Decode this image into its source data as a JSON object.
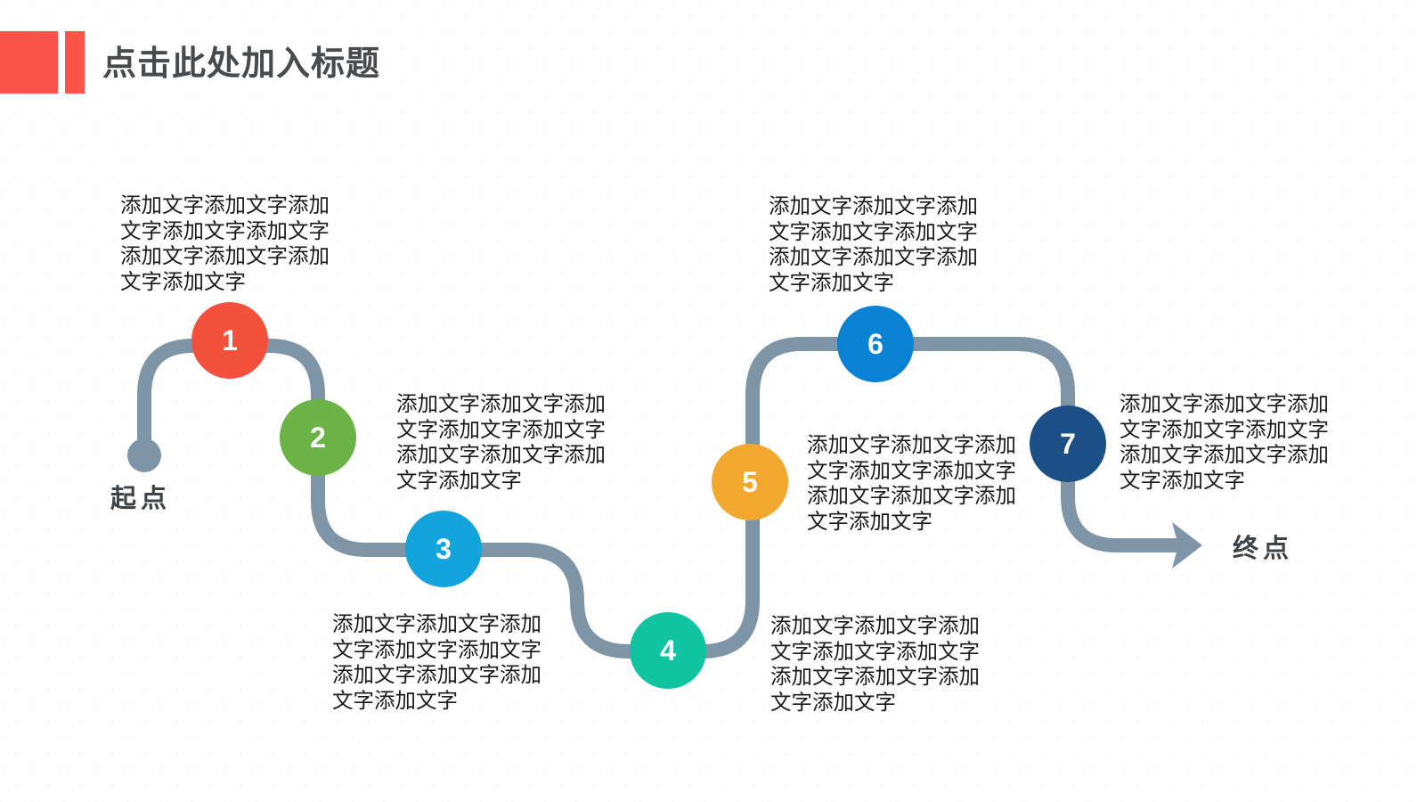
{
  "slide": {
    "title": "点击此处加入标题",
    "start_label": "起点",
    "end_label": "终点"
  },
  "placeholder_text": {
    "full": "添加文字添加文字添加文字添加文字添加文字添加文字添加文字添加文字添加文字",
    "lines": [
      "添加文字添加文字添加",
      "文字添加文字添加文字",
      "添加文字添加文字添加",
      "文字添加文字"
    ]
  },
  "steps": [
    {
      "number": "1",
      "color": "#f4513c"
    },
    {
      "number": "2",
      "color": "#6cb347"
    },
    {
      "number": "3",
      "color": "#12a4da"
    },
    {
      "number": "4",
      "color": "#10c3a1"
    },
    {
      "number": "5",
      "color": "#f2a72e"
    },
    {
      "number": "6",
      "color": "#0982d6"
    },
    {
      "number": "7",
      "color": "#1c4f86"
    }
  ],
  "palette": {
    "accent_red": "#fa544a",
    "path_gray": "#7d95a6",
    "title_text": "#474b4e",
    "body_text": "#1a1a1a",
    "label_text": "#3e4347"
  }
}
